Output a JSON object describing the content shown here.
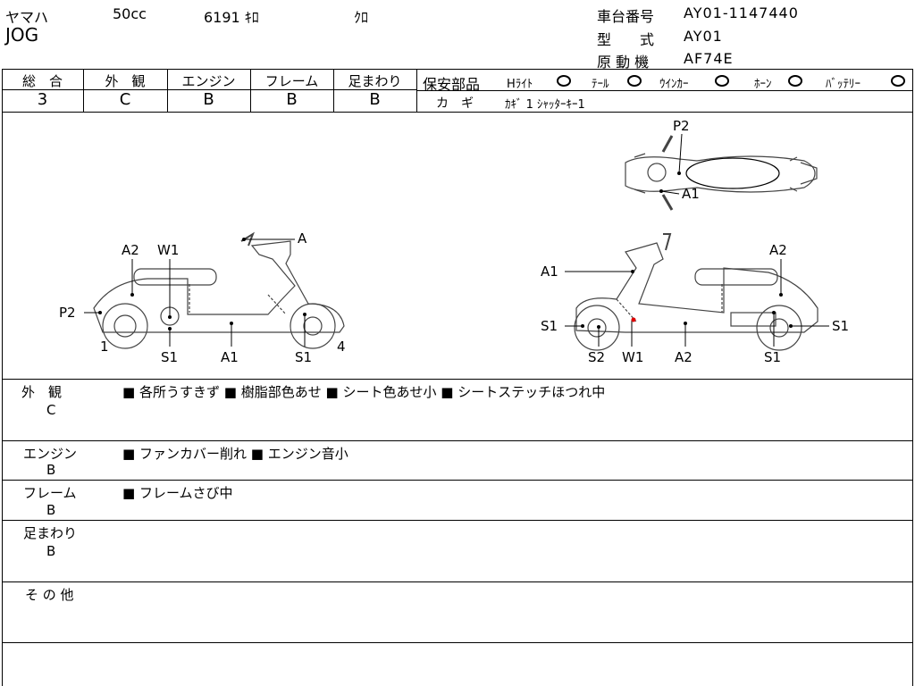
{
  "header": {
    "maker": "ヤマハ",
    "displacement": "50cc",
    "mileage": "6191 ｷﾛ",
    "color": "ｸﾛ",
    "model_name": "JOG",
    "frame_no_label": "車台番号",
    "frame_no": "AY01-1147440",
    "type_label": "型　　式",
    "type_value": "AY01",
    "engine_label": "原 動 機",
    "engine_value": "AF74E"
  },
  "grades": [
    {
      "label": "総　合",
      "value": "3"
    },
    {
      "label": "外　観",
      "value": "C"
    },
    {
      "label": "エンジン",
      "value": "B"
    },
    {
      "label": "フレーム",
      "value": "B"
    },
    {
      "label": "足まわり",
      "value": "B"
    }
  ],
  "safety": {
    "label": "保安部品",
    "items": [
      "Hﾗｲﾄ",
      "ﾃｰﾙ",
      "ｳｲﾝｶｰ",
      "ﾎｰﾝ",
      "ﾊﾞｯﾃﾘｰ"
    ],
    "key_label": "カ　ギ",
    "key_value": "ｶｷﾞ 1 ｼｬｯﾀｰｷｰ1"
  },
  "diagram": {
    "top_labels": {
      "p2": "P2",
      "a1": "A1"
    },
    "left_labels": {
      "a": "A",
      "a2": "A2",
      "w1": "W1",
      "p2": "P2",
      "n1": "1",
      "s1a": "S1",
      "a1": "A1",
      "s1b": "S1",
      "n4": "4"
    },
    "right_labels": {
      "a1": "A1",
      "a2": "A2",
      "s1a": "S1",
      "s1b": "S1",
      "s2": "S2",
      "w1": "W1",
      "a2b": "A2",
      "s1c": "S1"
    }
  },
  "comments": [
    {
      "label": "外　観",
      "grade": "C",
      "items": [
        "各所うすきず",
        "樹脂部色あせ",
        "シート色あせ小",
        "シートステッチほつれ中"
      ]
    },
    {
      "label": "エンジン",
      "grade": "B",
      "items": [
        "ファンカバー削れ",
        "エンジン音小"
      ]
    },
    {
      "label": "フレーム",
      "grade": "B",
      "items": [
        "フレームさび中"
      ]
    },
    {
      "label": "足まわり",
      "grade": "B",
      "items": []
    },
    {
      "label": "そ の 他",
      "grade": "",
      "items": []
    }
  ]
}
